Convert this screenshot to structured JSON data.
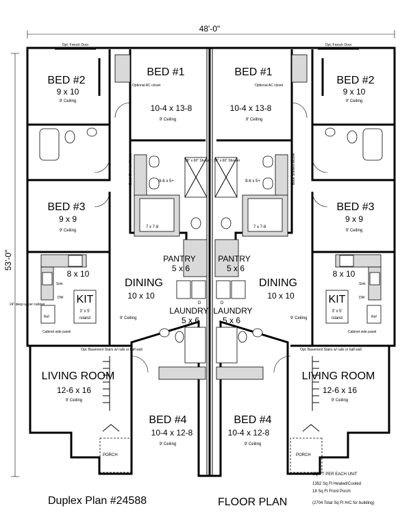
{
  "dimensions": {
    "width": "48'-0\"",
    "depth": "53'-0\""
  },
  "french_door": "Opt. French Door",
  "rooms": {
    "bed2": {
      "name": "BED #2",
      "size": "9 x 10",
      "ceiling": "9' Ceiling"
    },
    "bed1": {
      "name": "BED #1",
      "size": "10-4 x 13-8",
      "ceiling": "9' Ceiling"
    },
    "bed3": {
      "name": "BED #3",
      "size": "9 x 9",
      "ceiling": "9' Ceiling"
    },
    "bath_a": {
      "size": "9-6 x 5+"
    },
    "bath_b": {
      "size": "7 x 7-8"
    },
    "pantry": {
      "name": "PANTRY",
      "size": "5 x 6"
    },
    "dining": {
      "name": "DINING",
      "size": "10 x 10",
      "ceiling": "9' Ceiling"
    },
    "kit": {
      "name": "KIT",
      "island": "3' x 5'",
      "island_label": "island",
      "size": "8 x 10"
    },
    "laundry": {
      "name": "LAUNDRY",
      "size": "5 x 6"
    },
    "living": {
      "name": "LIVING ROOM",
      "size": "12-6 x 16",
      "ceiling": "9' Ceiling"
    },
    "bed4": {
      "name": "BED #4",
      "size": "10-4 x 12-8",
      "ceiling": "9' Ceiling"
    },
    "porch": "PORCH"
  },
  "notes": {
    "ac_closet": "Optional AC closet",
    "shower": "36\" x 60\" Shower",
    "bookshelves": "Book Shelves Alcove",
    "sink": "Sink",
    "dw": "DW",
    "ref": "Ref",
    "upper_cab": "24\" deep upper cabinet",
    "cab_panel": "Cabinet side panel",
    "basement": "Opt. Basement Stairs w/ rails or half wall",
    "d": "D"
  },
  "footer": {
    "plan": "Duplex Plan #24588",
    "title": "FLOOR PLAN",
    "sqft_head": "SQ FT PER EACH UNIT",
    "heated": "1352 Sq Ft Heated/Cooled",
    "porch_sqft": "18 Sq Ft Front Porch",
    "total": "(2704 Total Sq Ft H/C for building)"
  }
}
